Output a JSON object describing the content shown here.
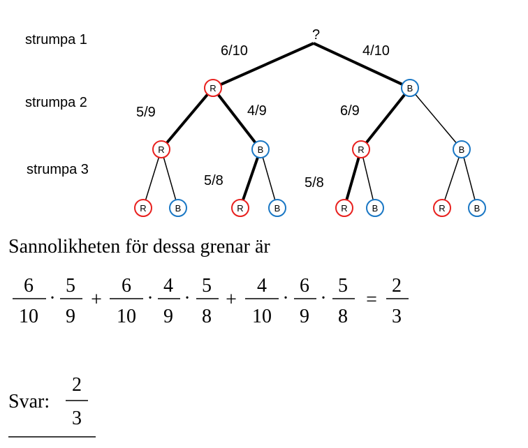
{
  "row_labels": [
    "strumpa 1",
    "strumpa 2",
    "strumpa 3"
  ],
  "root_label": "?",
  "level1_probs": [
    "6/10",
    "4/10"
  ],
  "level2_probs": [
    "5/9",
    "4/9",
    "6/9"
  ],
  "level3_probs": [
    "5/8",
    "5/8"
  ],
  "node_letters": {
    "level2": [
      "R",
      "B"
    ],
    "level3": [
      "R",
      "B",
      "R",
      "B"
    ],
    "level4": [
      "R",
      "B",
      "R",
      "B",
      "R",
      "B",
      "R",
      "B"
    ]
  },
  "colors": {
    "red": "#e8201e",
    "blue": "#1a77c4"
  },
  "sentence": "Sannolikheten för dessa grenar är",
  "equation": {
    "f1a": {
      "num": "6",
      "den": "10"
    },
    "f1b": {
      "num": "5",
      "den": "9"
    },
    "op1": "+",
    "f2a": {
      "num": "6",
      "den": "10"
    },
    "f2b": {
      "num": "4",
      "den": "9"
    },
    "f2c": {
      "num": "5",
      "den": "8"
    },
    "op2": "+",
    "f3a": {
      "num": "4",
      "den": "10"
    },
    "f3b": {
      "num": "6",
      "den": "9"
    },
    "f3c": {
      "num": "5",
      "den": "8"
    },
    "eq": "=",
    "res": {
      "num": "2",
      "den": "3"
    },
    "dot": "·"
  },
  "answer": {
    "label": "Svar:",
    "num": "2",
    "den": "3"
  }
}
